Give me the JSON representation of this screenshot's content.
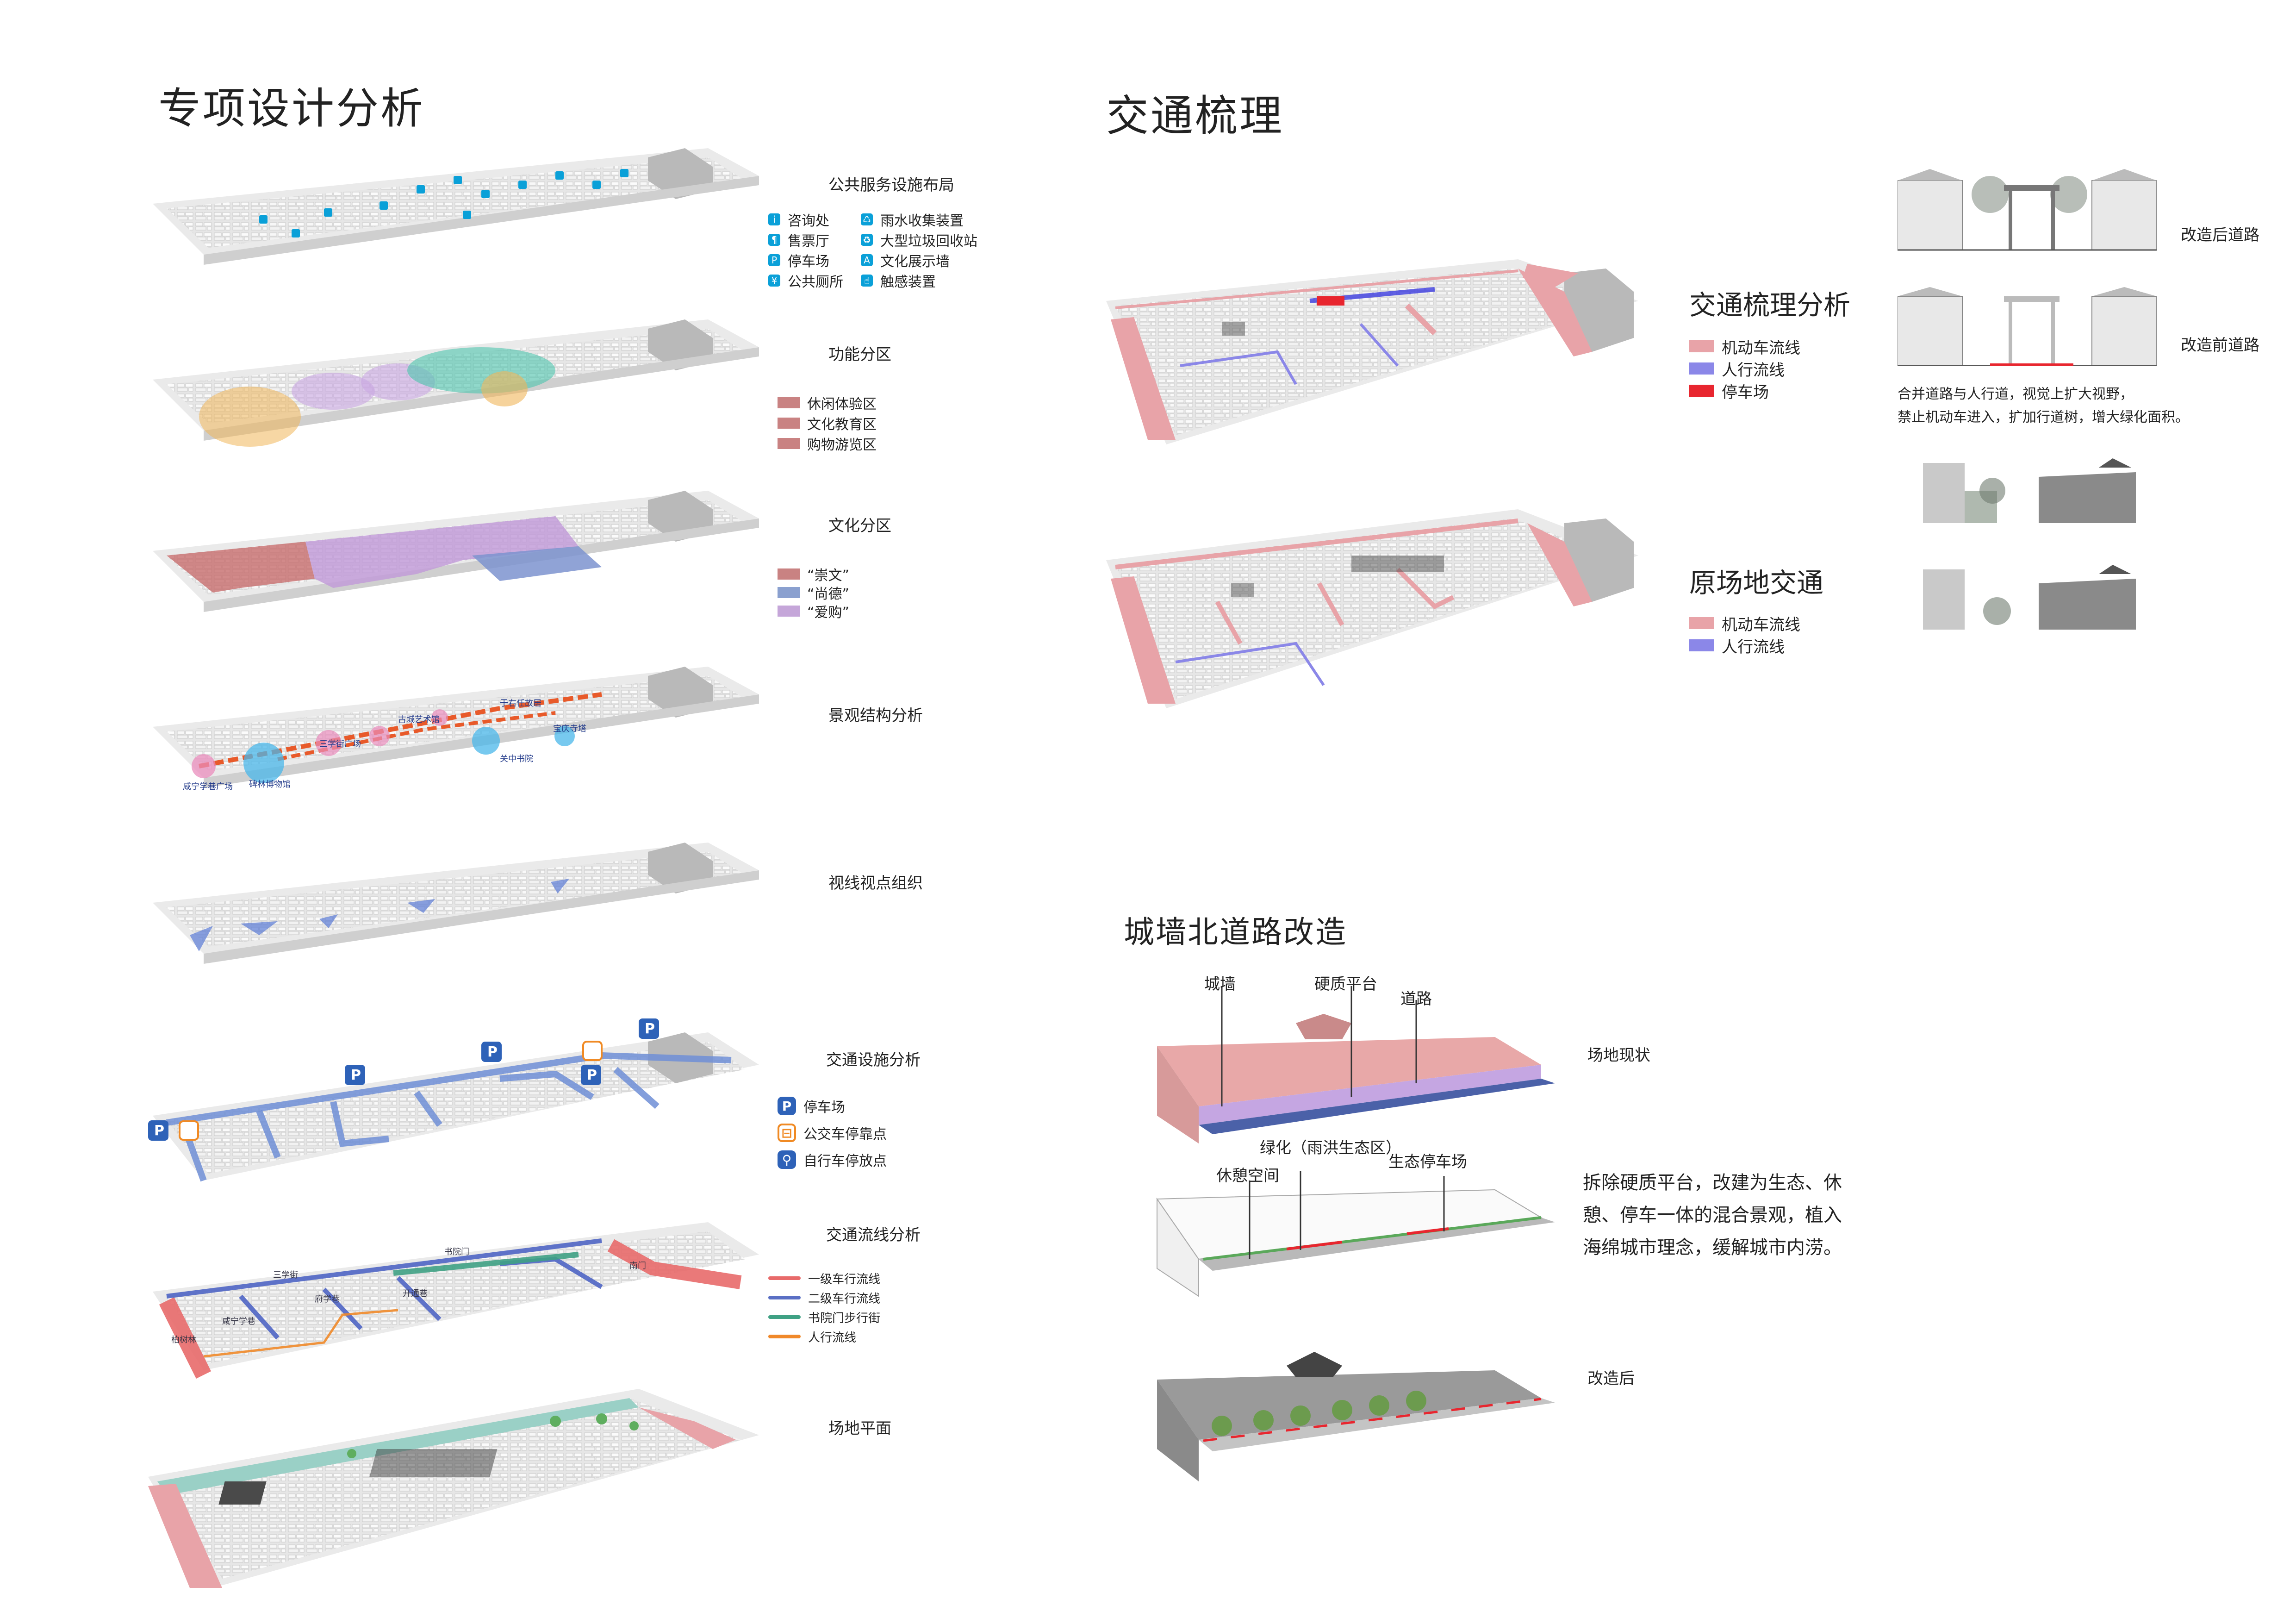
{
  "left": {
    "title": "专项设计分析",
    "panels": [
      {
        "title": "公共服务设施布局",
        "legend": [
          {
            "icon": "info-icon",
            "glyph": "i",
            "label": "咨询处"
          },
          {
            "icon": "rain-collect-icon",
            "glyph": "♺",
            "label": "雨水收集装置"
          },
          {
            "icon": "ticket-icon",
            "glyph": "¶",
            "label": "售票厅"
          },
          {
            "icon": "recycle-icon",
            "glyph": "♻",
            "label": "大型垃圾回收站"
          },
          {
            "icon": "parking-icon",
            "glyph": "P",
            "label": "停车场"
          },
          {
            "icon": "display-wall-icon",
            "glyph": "A",
            "label": "文化展示墙"
          },
          {
            "icon": "toilet-icon",
            "glyph": "¥",
            "label": "公共厕所"
          },
          {
            "icon": "touch-icon",
            "glyph": "☝",
            "label": "触感装置"
          }
        ]
      },
      {
        "title": "功能分区",
        "legend": [
          {
            "color": "#c98282",
            "label": "休闲体验区"
          },
          {
            "color": "#c98282",
            "label": "文化教育区"
          },
          {
            "color": "#c98282",
            "label": "购物游览区"
          }
        ]
      },
      {
        "title": "文化分区",
        "legend": [
          {
            "color": "#c98282",
            "label": "“崇文”"
          },
          {
            "color": "#8aa0cf",
            "label": "“尚德”"
          },
          {
            "color": "#c5a6d9",
            "label": "“爱购”"
          }
        ]
      },
      {
        "title": "景观结构分析",
        "nodes": [
          "咸宁学巷广场",
          "碑林博物馆",
          "三学街广场",
          "古城艺术馆",
          "于右任故居",
          "关中书院",
          "宝庆寺塔"
        ]
      },
      {
        "title": "视线视点组织"
      },
      {
        "title": "交通设施分析",
        "legend": [
          {
            "icon": "parking-icon",
            "glyph": "P",
            "label": "停车场"
          },
          {
            "icon": "bus-stop-icon",
            "glyph": "⊟",
            "label": "公交车停靠点"
          },
          {
            "icon": "bike-icon",
            "glyph": "⚲",
            "label": "自行车停放点"
          }
        ]
      },
      {
        "title": "交通流线分析",
        "legend": [
          {
            "color": "#e86a6a",
            "label": "一级车行流线"
          },
          {
            "color": "#5a6fc4",
            "label": "二级车行流线"
          },
          {
            "color": "#3fa184",
            "label": "书院门步行街"
          },
          {
            "color": "#f0892a",
            "label": "人行流线"
          }
        ],
        "streets": [
          "三学街",
          "咸宁学巷",
          "府学巷",
          "书院门",
          "南门",
          "开通巷",
          "柏树林"
        ]
      },
      {
        "title": "场地平面"
      }
    ]
  },
  "right": {
    "traffic": {
      "title": "交通梳理",
      "analysis": {
        "title": "交通梳理分析",
        "legend": [
          {
            "color": "#e8a3a8",
            "label": "机动车流线"
          },
          {
            "color": "#8b87e8",
            "label": "人行流线"
          },
          {
            "color": "#e8262f",
            "label": "停车场"
          }
        ]
      },
      "original": {
        "title": "原场地交通",
        "legend": [
          {
            "color": "#e8a3a8",
            "label": "机动车流线"
          },
          {
            "color": "#8b87e8",
            "label": "人行流线"
          }
        ]
      },
      "sections": {
        "after": "改造后道路",
        "before": "改造前道路",
        "note1": "合并道路与人行道，视觉上扩大视野，",
        "note2": "禁止机动车进入，扩加行道树，增大绿化面积。"
      }
    },
    "wall": {
      "title": "城墙北道路改造",
      "labels": {
        "wall": "城墙",
        "platform": "硬质平台",
        "road": "道路",
        "green": "绿化（雨洪生态区）",
        "rest": "休憩空间",
        "eco_parking": "生态停车场"
      },
      "stages": {
        "current": "场地现状",
        "after": "改造后"
      },
      "desc1": "拆除硬质平台，改建为生态、休",
      "desc2": "憩、停车一体的混合景观，植入",
      "desc3": "海绵城市理念，缓解城市内涝。"
    }
  }
}
